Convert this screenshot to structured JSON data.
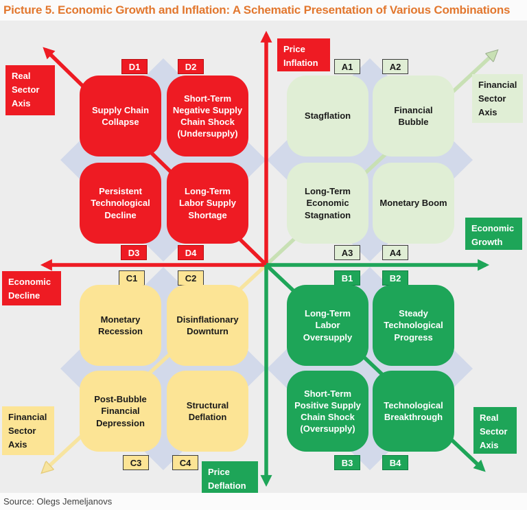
{
  "title": "Picture 5. Economic Growth and Inflation: A Schematic Presentation of Various Combinations",
  "source": "Source: Olegs Jemeljanovs",
  "colors": {
    "red": "#EE1B23",
    "green": "#1EA558",
    "lgreen": "#E0EED5",
    "yellow": "#FCE495",
    "diamond": "#D2D9EA",
    "lgreen_arrow": "#C8E0B4",
    "yellow_arrow": "#F7E4A0",
    "title_orange": "#E2772E",
    "bg": "#EDEDED"
  },
  "axes": {
    "price_inflation": "Price Inflation",
    "price_deflation": "Price Deflation",
    "economic_growth": "Economic Growth",
    "economic_decline": "Economic Decline",
    "real_sector_top_left": "Real Sector Axis",
    "real_sector_bottom_right": "Real Sector Axis",
    "financial_sector_top_right": "Financial Sector Axis",
    "financial_sector_bottom_left": "Financial Sector Axis"
  },
  "quadrants": {
    "d": {
      "position": "top-left",
      "theme": "red",
      "chips": [
        "D1",
        "D2",
        "D3",
        "D4"
      ],
      "boxes": [
        "Supply Chain Collapse",
        "Short-Term Negative Supply Chain Shock (Undersupply)",
        "Persistent Technological Decline",
        "Long-Term Labor Supply Shortage"
      ]
    },
    "a": {
      "position": "top-right",
      "theme": "light-green",
      "chips": [
        "A1",
        "A2",
        "A3",
        "A4"
      ],
      "boxes": [
        "Stagflation",
        "Financial Bubble",
        "Long-Term Economic Stagnation",
        "Monetary Boom"
      ]
    },
    "c": {
      "position": "bottom-left",
      "theme": "yellow",
      "chips": [
        "C1",
        "C2",
        "C3",
        "C4"
      ],
      "boxes": [
        "Monetary Recession",
        "Disinflationary Downturn",
        "Post-Bubble Financial Depression",
        "Structural Deflation"
      ]
    },
    "b": {
      "position": "bottom-right",
      "theme": "green",
      "chips": [
        "B1",
        "B2",
        "B3",
        "B4"
      ],
      "boxes": [
        "Long-Term Labor Oversupply",
        "Steady Technological Progress",
        "Short-Term Positive Supply Chain Shock (Oversupply)",
        "Technological Breakthrough"
      ]
    }
  }
}
